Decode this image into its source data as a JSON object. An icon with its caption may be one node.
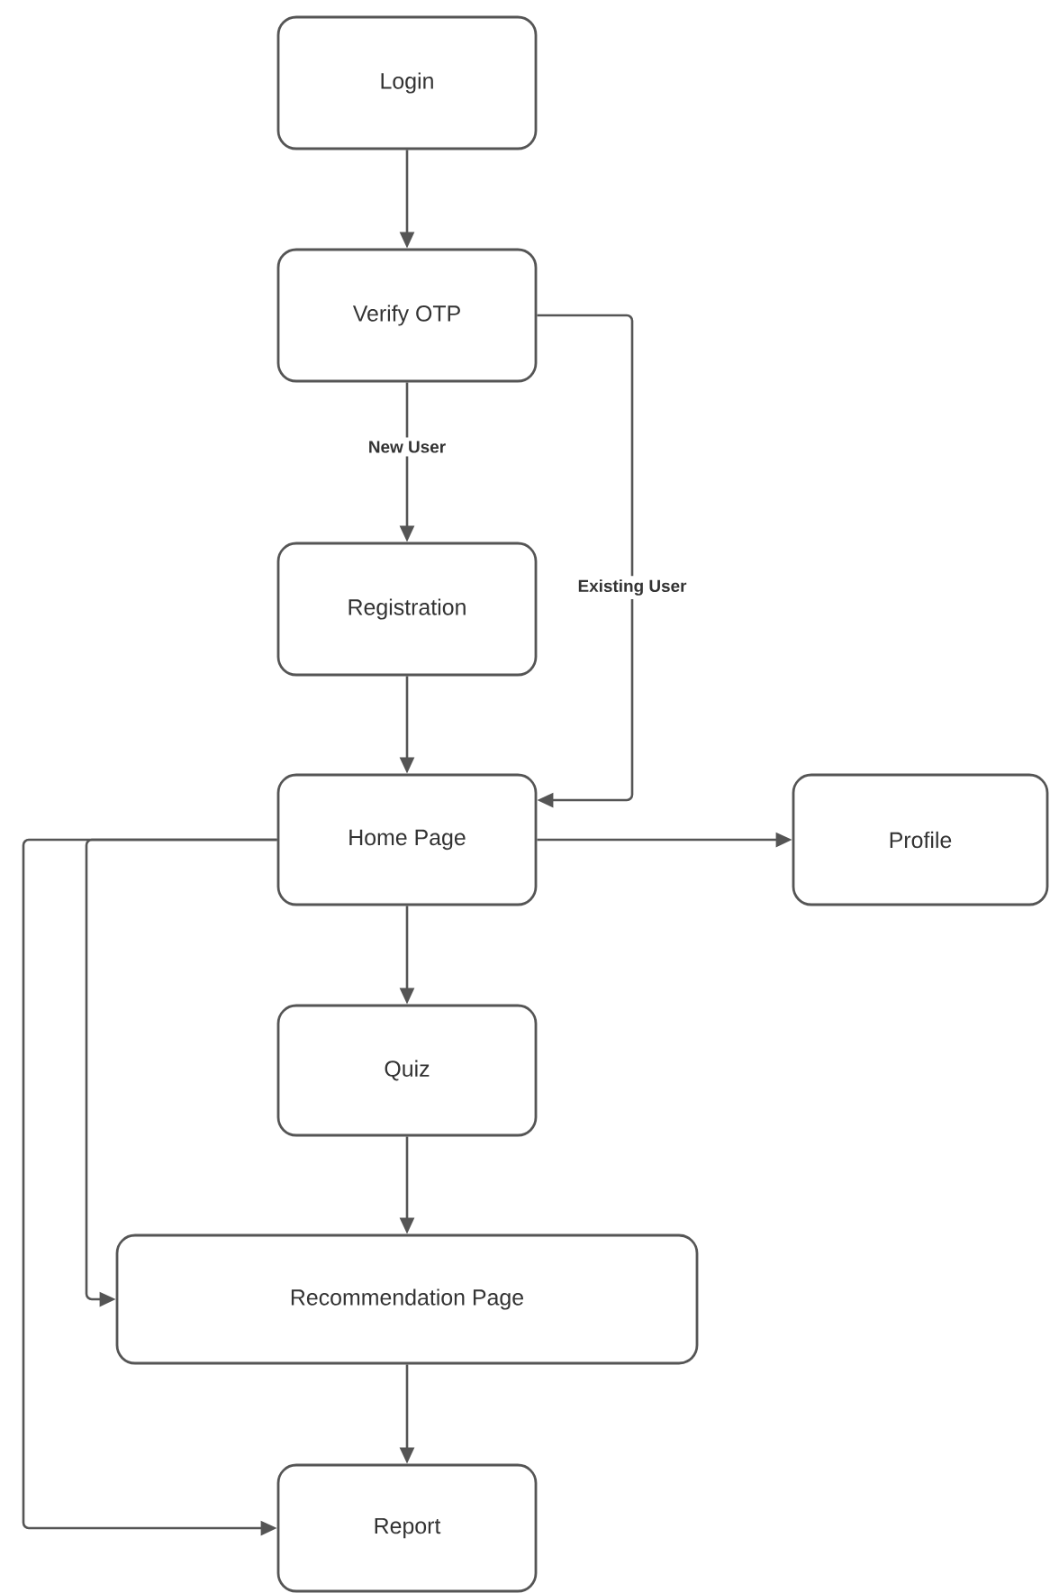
{
  "diagram": {
    "nodes": [
      {
        "text": [
          "Login"
        ]
      },
      {
        "text": [
          "Verify OTP"
        ]
      },
      {
        "text": [
          "Registration"
        ]
      },
      {
        "text": [
          "Home Page"
        ]
      },
      {
        "text": [
          "Profile"
        ]
      },
      {
        "text": [
          "Quiz"
        ]
      },
      {
        "text": [
          "Recommendation Page"
        ]
      },
      {
        "text": [
          "Report"
        ]
      }
    ],
    "edges": [
      {
        "from": 0,
        "to": 1,
        "arrow": "to"
      },
      {
        "from": 1,
        "to": 2,
        "arrow": "to",
        "label": "New User"
      },
      {
        "from": 1,
        "to": 3,
        "arrow": "to",
        "label": "Existing User"
      },
      {
        "from": 2,
        "to": 3,
        "arrow": "to"
      },
      {
        "from": 3,
        "to": 4,
        "arrow": "to"
      },
      {
        "from": 3,
        "to": 5,
        "arrow": "to"
      },
      {
        "from": 5,
        "to": 6,
        "arrow": "to"
      },
      {
        "from": 3,
        "to": 6,
        "arrow": "to"
      },
      {
        "from": 3,
        "to": 7,
        "arrow": "to"
      },
      {
        "from": 6,
        "to": 7,
        "arrow": "to"
      }
    ]
  }
}
